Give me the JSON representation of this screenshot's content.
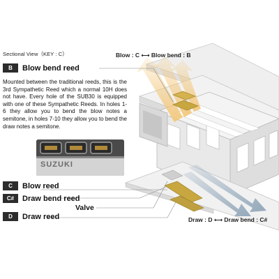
{
  "section_title": "Sectional View（KEY : C）",
  "blow_bend": {
    "badge": "B",
    "title": "Blow bend reed",
    "description": "Mounted between the traditional reeds, this is the 3rd Sympathetic Reed which a normal 10H does not have. Every hole of the SUB30 is equipped with one of these Sympathetic Reeds. In holes 1-6 they allow you to bend the blow notes a semitone, in holes 7-10 they allow you to bend the draw notes a semitone."
  },
  "photo_text": "SUZUKI",
  "blow_reed": {
    "badge": "C",
    "title": "Blow reed"
  },
  "draw_bend": {
    "badge": "C#",
    "title": "Draw bend reed"
  },
  "valve_label": "Valve",
  "draw_reed": {
    "badge": "D",
    "title": "Draw reed"
  },
  "top_label": "Blow : C ⟷ Blow bend : B",
  "bottom_label": "Draw : D ⟷ Draw bend : C#",
  "colors": {
    "arrow_warm": "#f3c77a",
    "arrow_cool": "#8fa5b8",
    "reed_brass": "#c8a640",
    "badge_bg": "#2c2c2c",
    "frame": "#e4e4e4"
  }
}
